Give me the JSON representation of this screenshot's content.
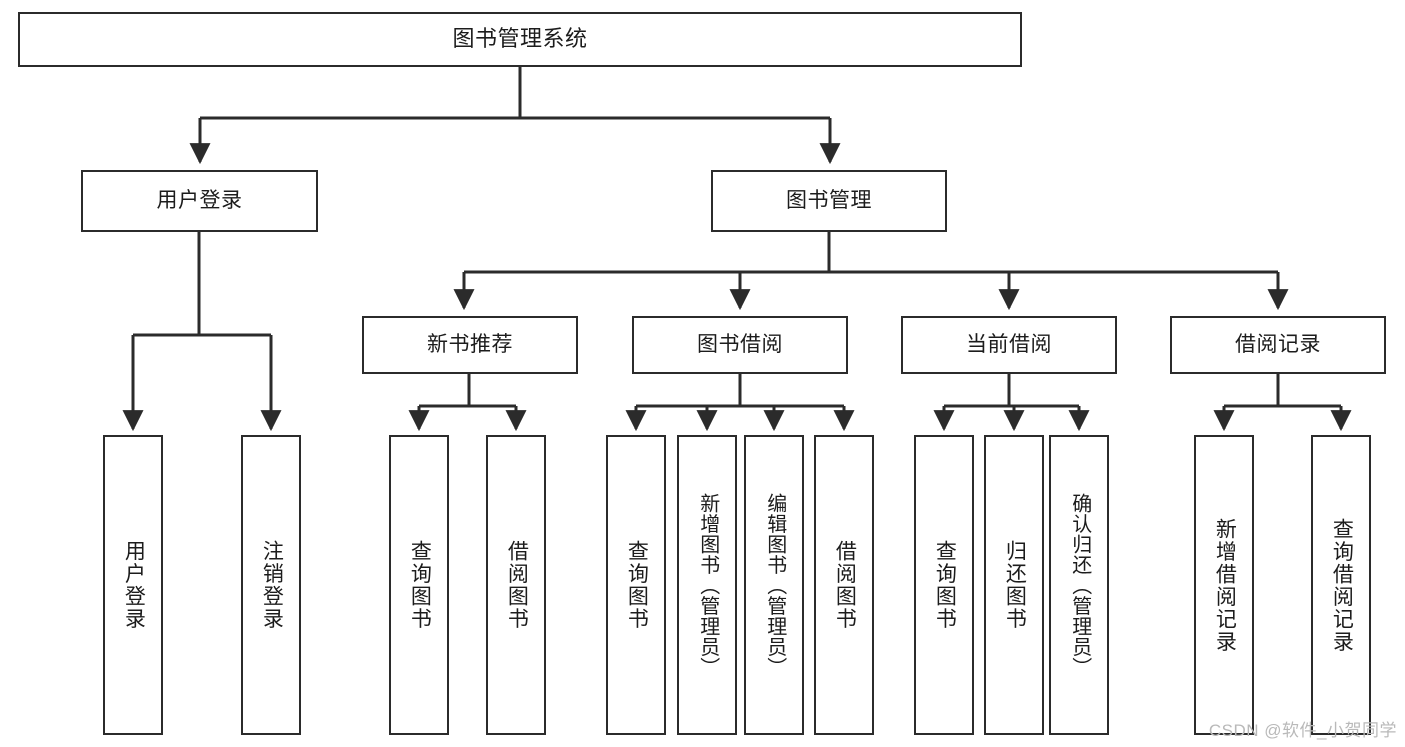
{
  "diagram": {
    "type": "hierarchy-tree",
    "title": "图书管理系统",
    "watermark": "CSDN @软件_小贺同学",
    "colors": {
      "stroke": "#2b2b2b",
      "fill": "#ffffff",
      "text": "#1c1c1c",
      "watermark": "#b9b9b9"
    },
    "nodes": {
      "root": {
        "label": "图书管理系统"
      },
      "level2": [
        {
          "label": "用户登录"
        },
        {
          "label": "图书管理"
        }
      ],
      "level3": [
        {
          "label": "新书推荐"
        },
        {
          "label": "图书借阅"
        },
        {
          "label": "当前借阅"
        },
        {
          "label": "借阅记录"
        }
      ],
      "leaves": {
        "user_login": [
          {
            "label": "用户登录"
          },
          {
            "label": "注销登录"
          }
        ],
        "new_book": [
          {
            "label": "查询图书"
          },
          {
            "label": "借阅图书"
          }
        ],
        "borrow_book": [
          {
            "label": "查询图书"
          },
          {
            "label": "新增图书（管理员）"
          },
          {
            "label": "编辑图书（管理员）"
          },
          {
            "label": "借阅图书"
          }
        ],
        "current_borrow": [
          {
            "label": "查询图书"
          },
          {
            "label": "归还图书"
          },
          {
            "label": "确认归还（管理员）"
          }
        ],
        "borrow_record": [
          {
            "label": "新增借阅记录"
          },
          {
            "label": "查询借阅记录"
          }
        ]
      }
    }
  }
}
